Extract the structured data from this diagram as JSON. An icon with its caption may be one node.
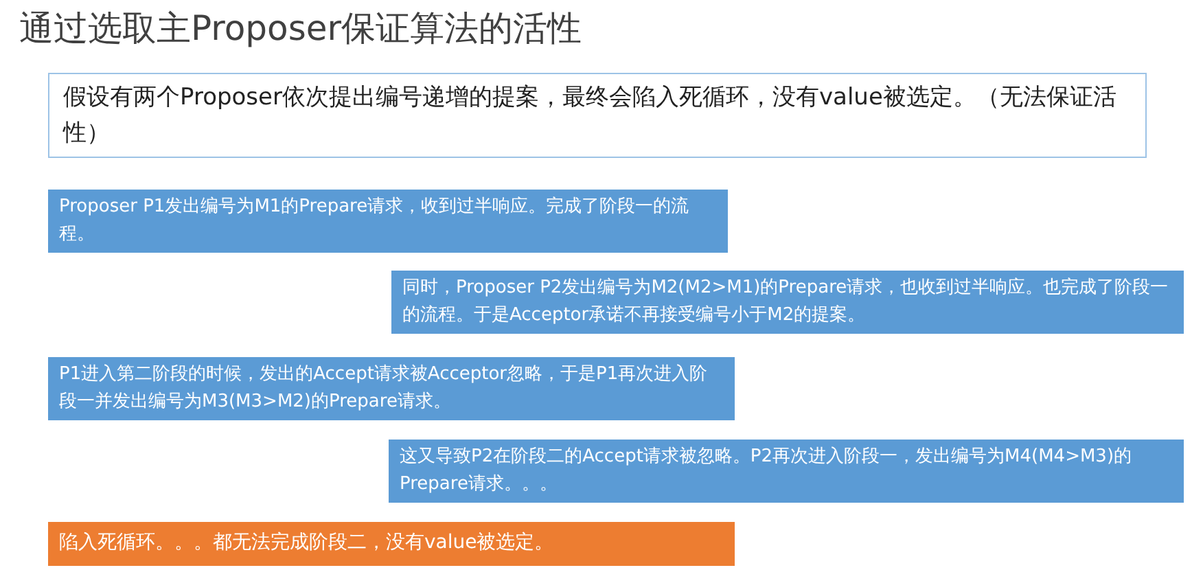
{
  "diagram": {
    "title": "通过选取主Proposer保证算法的活性",
    "nodes": [
      {
        "text": [
          "假设有两个Proposer依次提出编号递增的提案，最终会陷入死循环，没有value被选定。（无法保证活性）"
        ]
      },
      {
        "text": [
          "Proposer P1发出编号为M1的Prepare请求，收到过半响应。完成了阶段一的流程。"
        ]
      },
      {
        "text": [
          "同时，Proposer P2发出编号为M2(M2>M1)的Prepare请求，也收到过半响应。也完成了阶段一的流程。于是Acceptor承诺不再接受编号小于M2的提案。"
        ]
      },
      {
        "text": [
          "P1进入第二阶段的时候，发出的Accept请求被Acceptor忽略，于是P1再次进入阶段一并发出编号为M3(M3>M2)的Prepare请求。"
        ]
      },
      {
        "text": [
          "这又导致P2在阶段二的Accept请求被忽略。P2再次进入阶段一，发出编号为M4(M4>M3)的Prepare请求。。。"
        ]
      },
      {
        "text": [
          "陷入死循环。。。都无法完成阶段二，没有value被选定。"
        ]
      }
    ]
  }
}
